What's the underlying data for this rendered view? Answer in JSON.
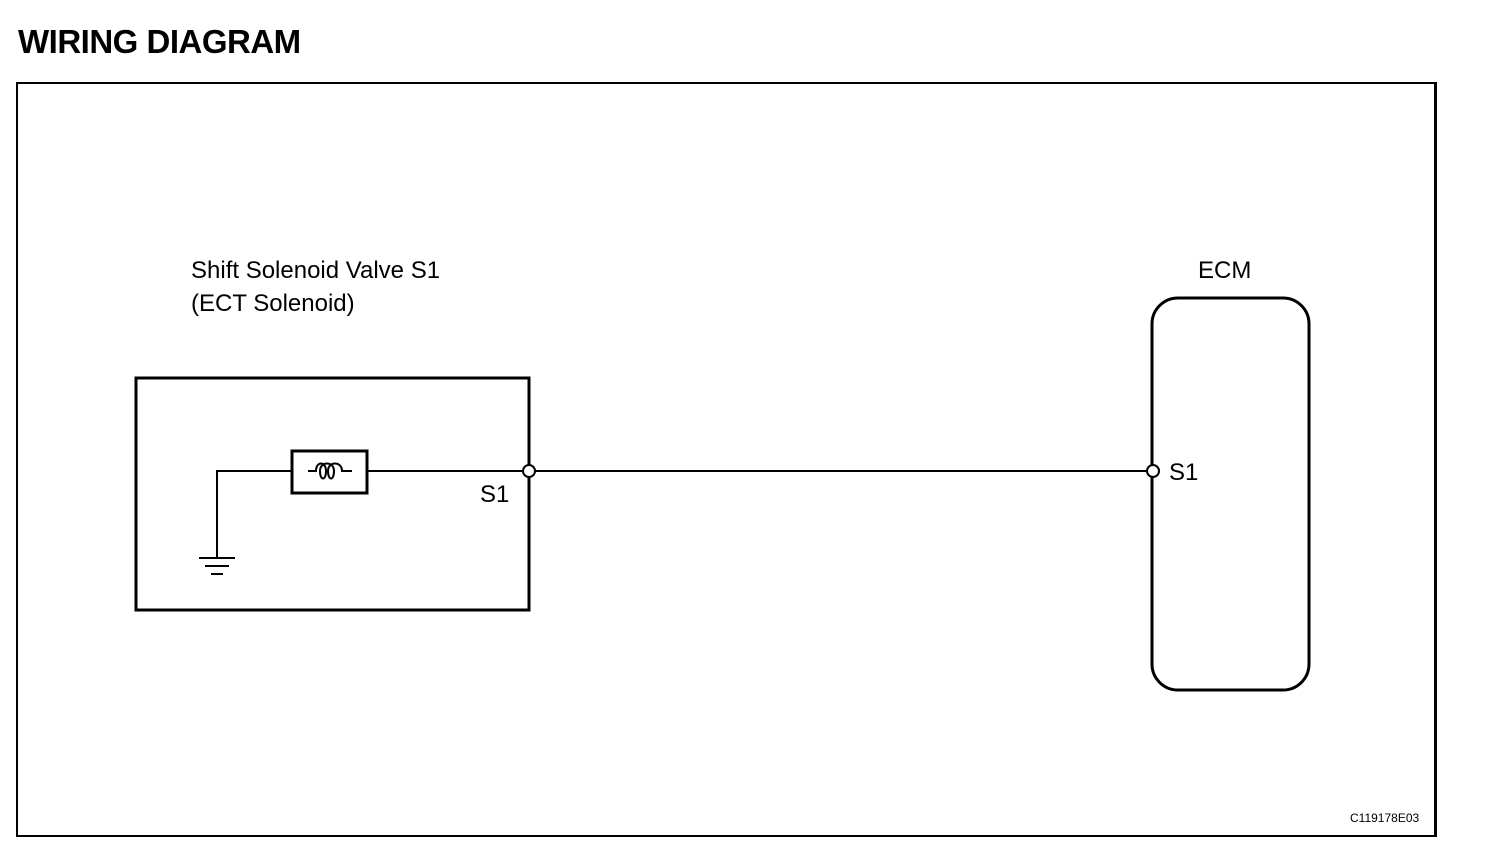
{
  "title": "WIRING DIAGRAM",
  "components": {
    "solenoid": {
      "name_line1": "Shift Solenoid Valve S1",
      "name_line2": "(ECT Solenoid)",
      "terminal": "S1"
    },
    "ecm": {
      "name": "ECM",
      "terminal": "S1"
    }
  },
  "figure_id": "C119178E03",
  "colors": {
    "line": "#000000",
    "background": "#ffffff"
  }
}
